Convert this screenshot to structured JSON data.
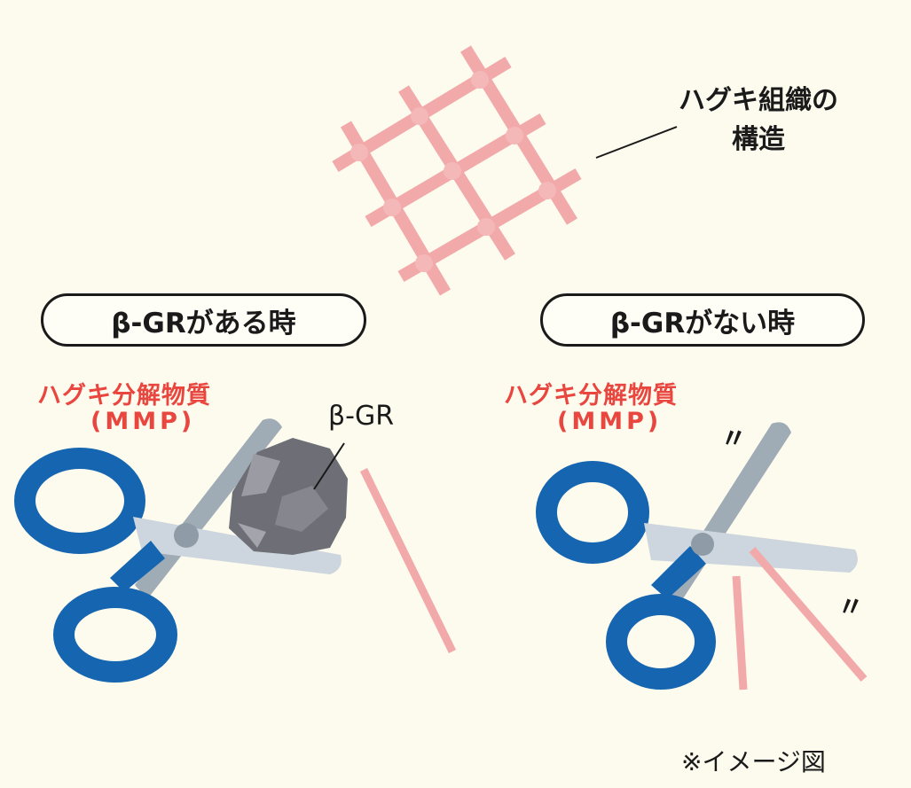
{
  "mesh": {
    "label_line1": "ハグキ組織の",
    "label_line2": "構造"
  },
  "left_panel": {
    "title": "β-GRがある時",
    "enzyme_line1": "ハグキ分解物質",
    "enzyme_line2": "(MMP)",
    "blocker_label": "β-GR"
  },
  "right_panel": {
    "title": "β-GRがない時",
    "enzyme_line1": "ハグキ分解物質",
    "enzyme_line2": "(MMP)",
    "snip_mark_1": "〃",
    "snip_mark_2": "〃"
  },
  "footnote": "※イメージ図",
  "colors": {
    "background": "#fdfbee",
    "fiber": "#f2a9aa",
    "handle": "#1565b0",
    "blade_light": "#cdd6de",
    "blade_dark": "#9fabb5",
    "rock": "#6e6f76",
    "accent_text": "#e8463f"
  }
}
